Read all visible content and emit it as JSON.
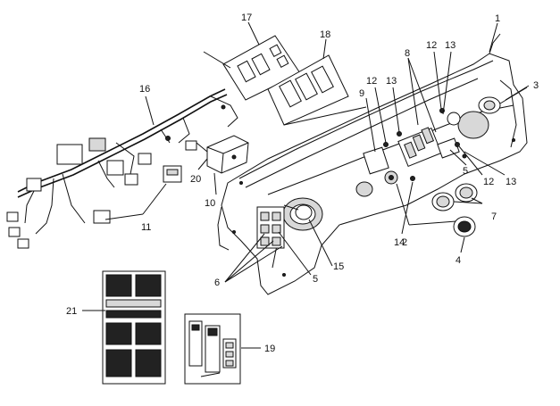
{
  "callouts": {
    "c1": "1",
    "c2": "2",
    "c3": "3",
    "c4": "4",
    "c5a": "5",
    "c5b": "5",
    "c6": "6",
    "c7": "7",
    "c8": "8",
    "c9": "9",
    "c10": "10",
    "c11": "11",
    "c12a": "12",
    "c12b": "12",
    "c12c": "12",
    "c13a": "13",
    "c13b": "13",
    "c13c": "13",
    "c14": "14",
    "c15": "15",
    "c16": "16",
    "c17": "17",
    "c18": "18",
    "c19": "19",
    "c20": "20",
    "c21": "21"
  }
}
